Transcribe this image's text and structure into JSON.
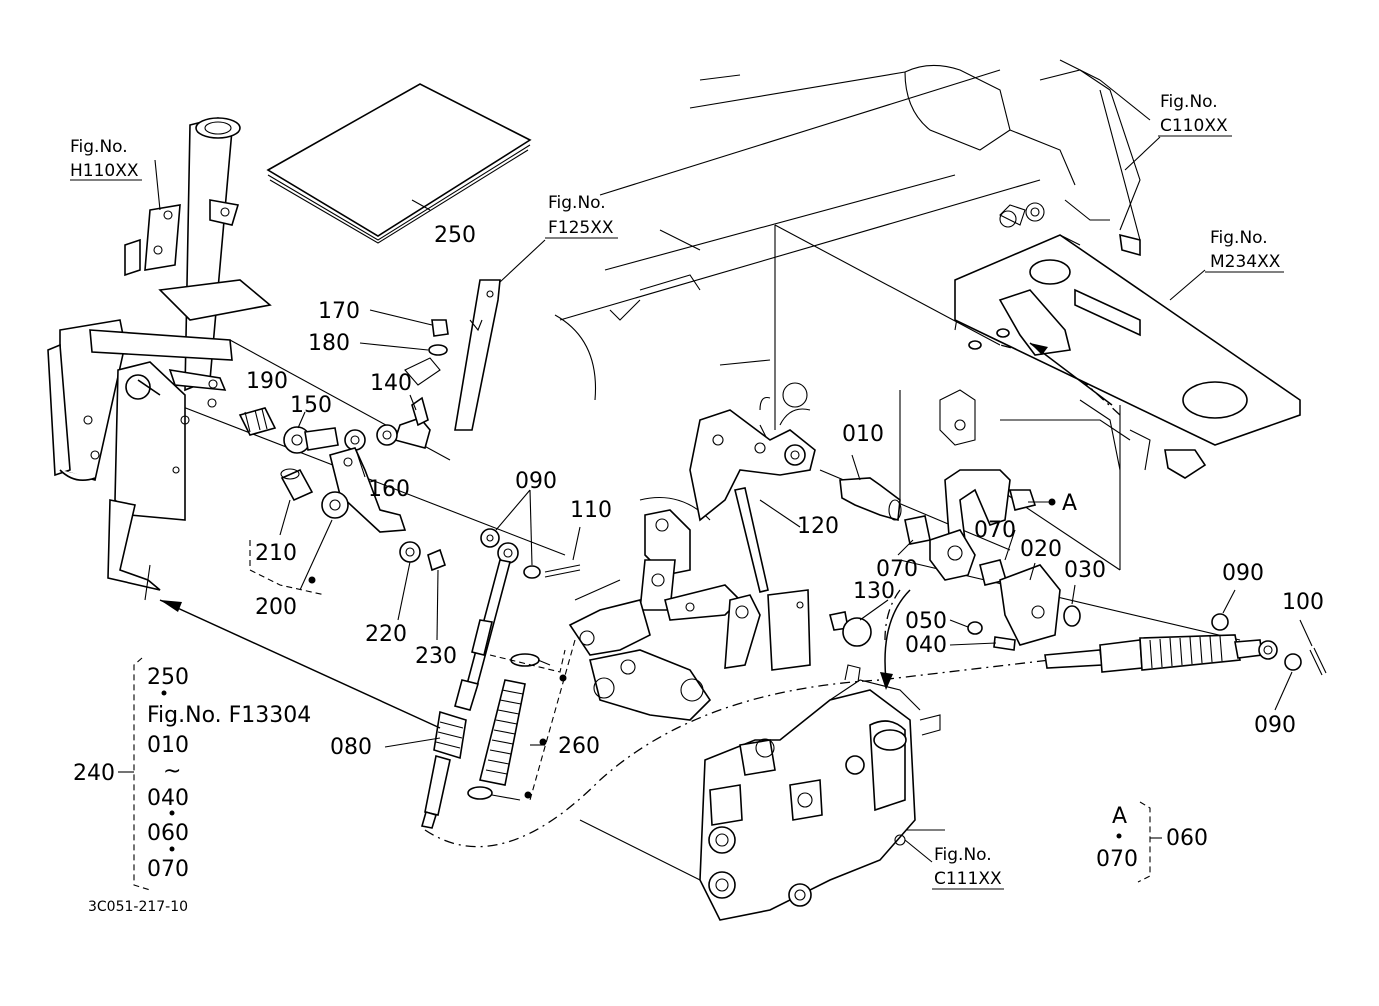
{
  "fig_refs": {
    "h110": {
      "line1": "Fig.No.",
      "line2": "H110XX"
    },
    "f125": {
      "line1": "Fig.No.",
      "line2": "F125XX"
    },
    "c110": {
      "line1": "Fig.No.",
      "line2": "C110XX"
    },
    "m234": {
      "line1": "Fig.No.",
      "line2": "M234XX"
    },
    "c111": {
      "line1": "Fig.No.",
      "line2": "C111XX"
    }
  },
  "parts": {
    "p250": "250",
    "p170": "170",
    "p180": "180",
    "p190": "190",
    "p150": "150",
    "p140": "140",
    "p160": "160",
    "p210": "210",
    "p200": "200",
    "p220": "220",
    "p230": "230",
    "p090a": "090",
    "p110": "110",
    "p120": "120",
    "p130": "130",
    "p010": "010",
    "p070a": "070",
    "p070b": "070",
    "p020": "020",
    "p030": "030",
    "p050": "050",
    "p040": "040",
    "p090b": "090",
    "p100": "100",
    "p090c": "090",
    "p080": "080",
    "p260": "260",
    "pA": "A"
  },
  "kit": {
    "number": "240",
    "items": [
      "250",
      "Fig.No. F13304",
      "010",
      "~",
      "040",
      "060",
      "070"
    ]
  },
  "subassy": {
    "top": "A",
    "bottom": "070",
    "number": "060"
  },
  "drawing_code": "3C051-217-10"
}
